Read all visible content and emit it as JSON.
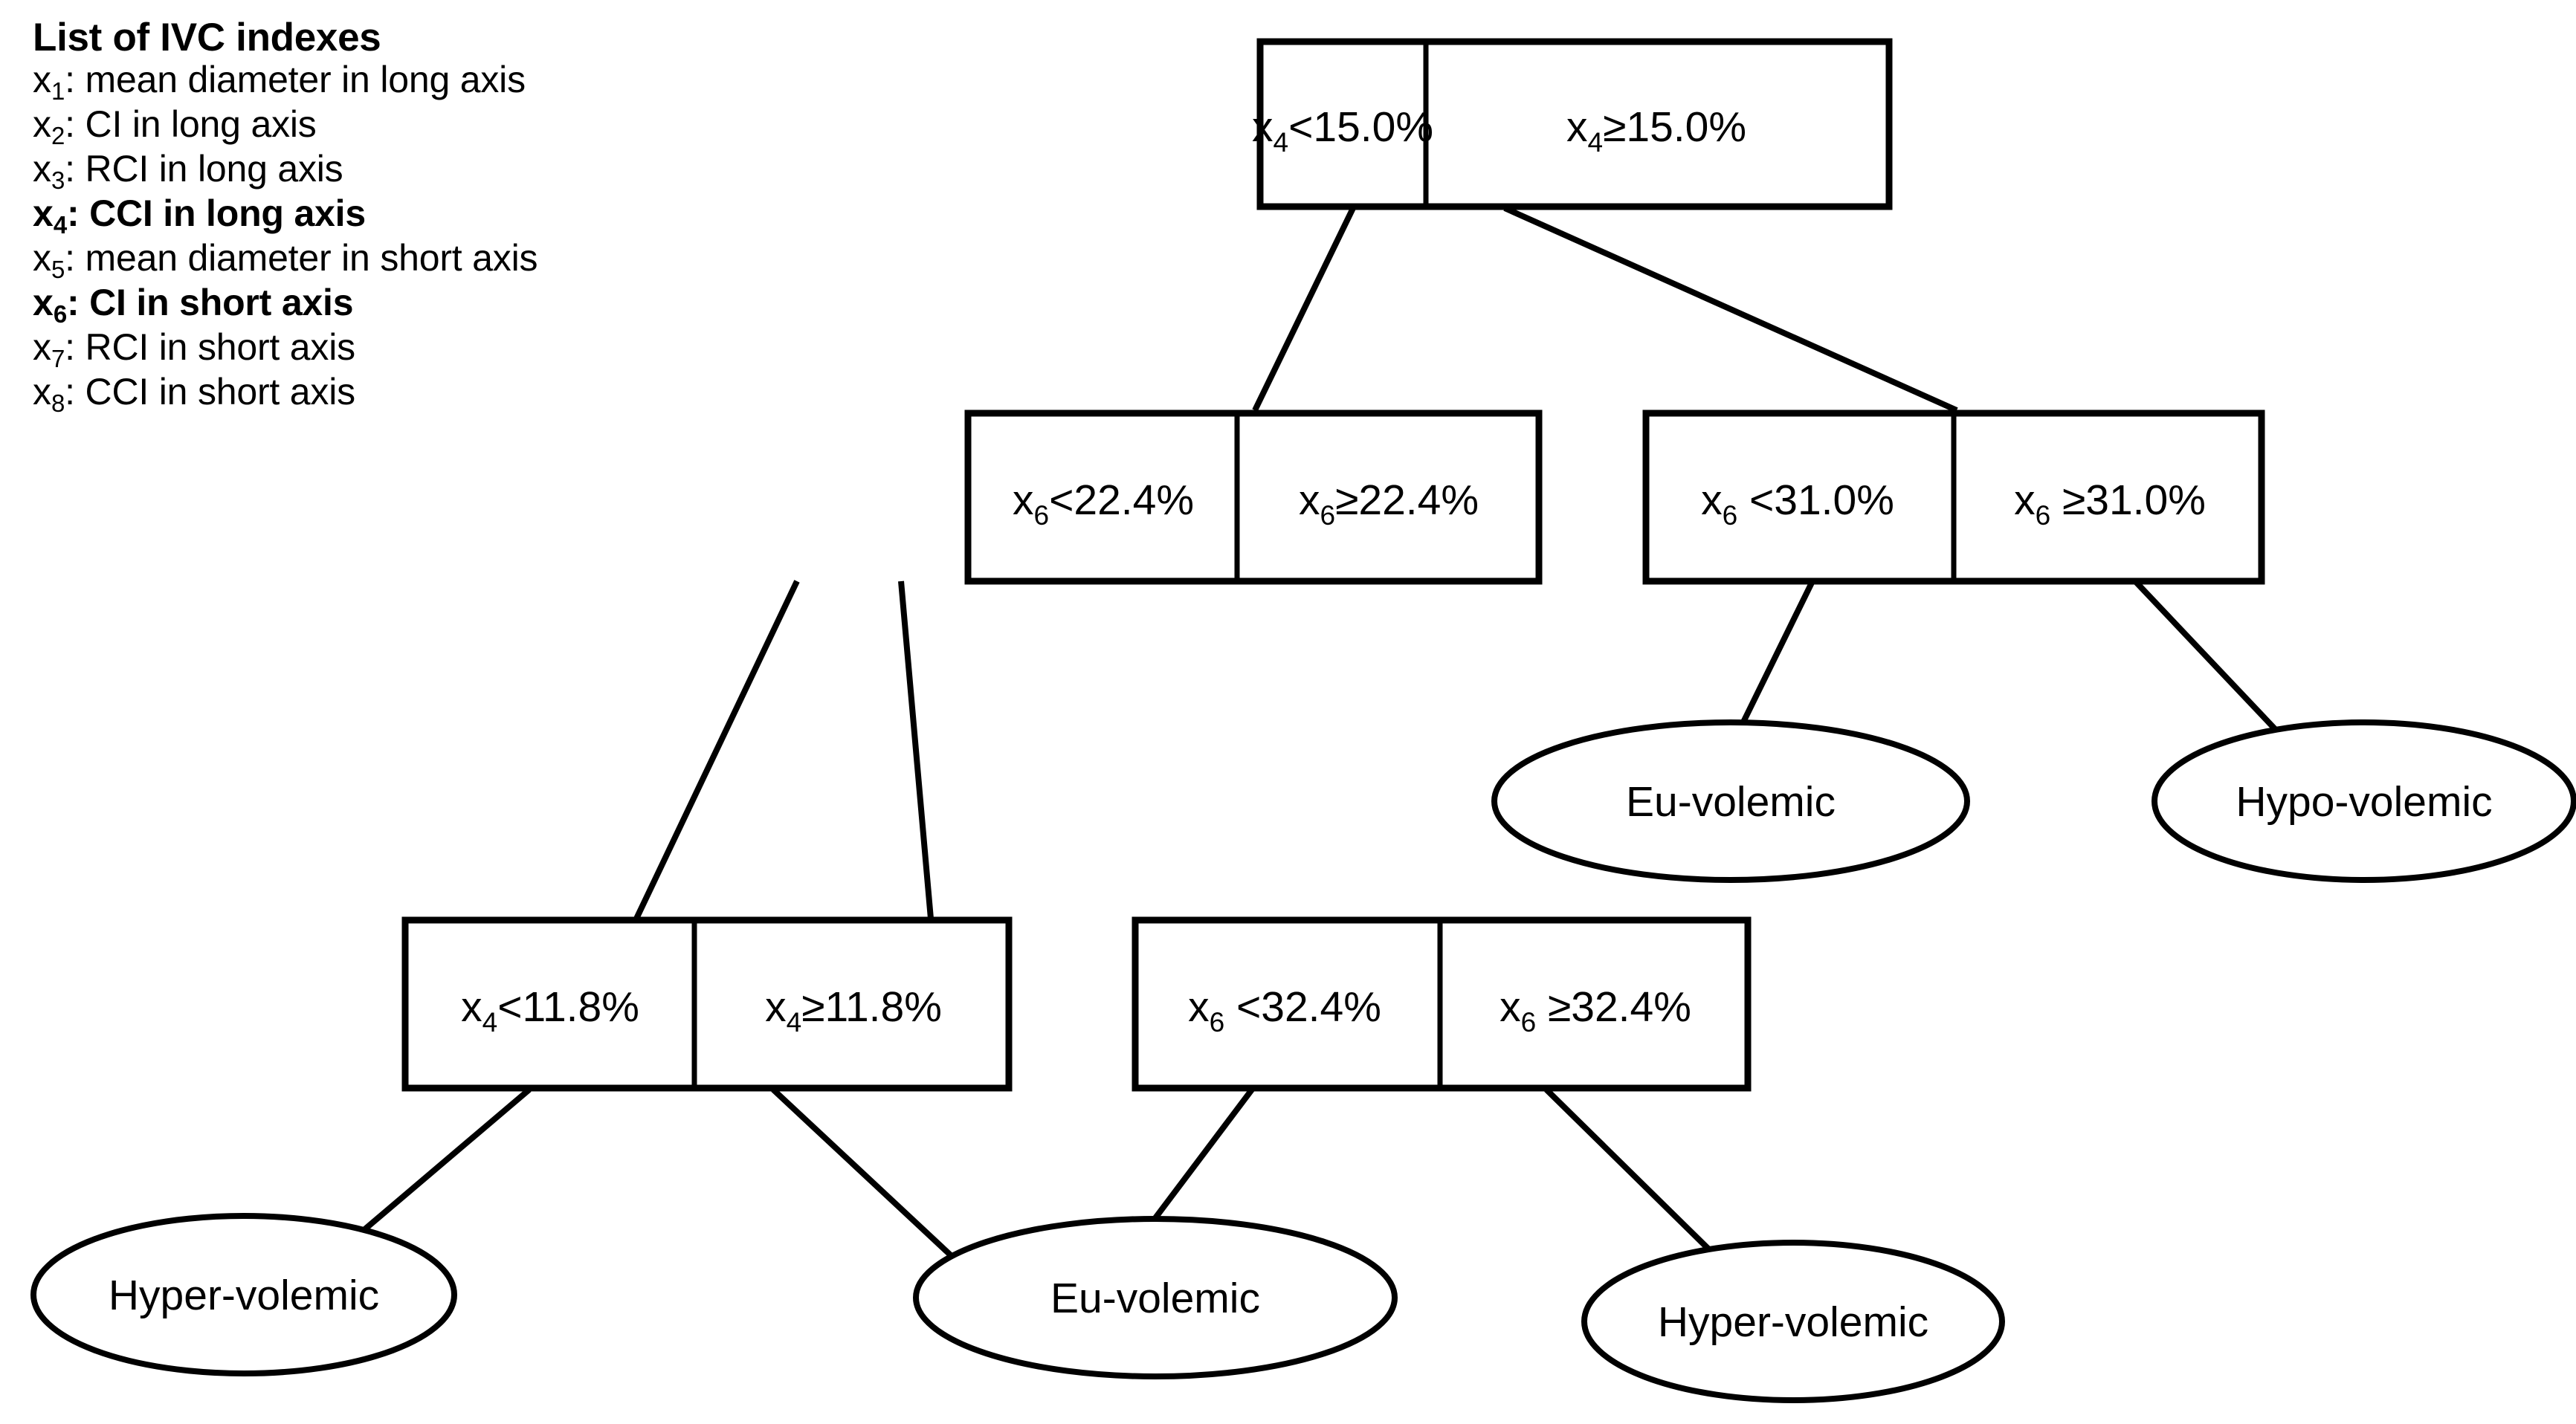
{
  "legend": {
    "title": "List of IVC indexes",
    "items": [
      {
        "var": "x",
        "sub": "1",
        "text": ": mean diameter in long axis",
        "bold": false
      },
      {
        "var": "x",
        "sub": "2",
        "text": ": CI in long axis",
        "bold": false
      },
      {
        "var": "x",
        "sub": "3",
        "text": ": RCI in long axis",
        "bold": false
      },
      {
        "var": "x",
        "sub": "4",
        "text": ": CCI in long axis",
        "bold": true
      },
      {
        "var": "x",
        "sub": "5",
        "text": ": mean diameter in short axis",
        "bold": false
      },
      {
        "var": "x",
        "sub": "6",
        "text": ": CI in short axis",
        "bold": true
      },
      {
        "var": "x",
        "sub": "7",
        "text": ": RCI in short axis",
        "bold": false
      },
      {
        "var": "x",
        "sub": "8",
        "text": ": CCI in short axis",
        "bold": false
      }
    ]
  },
  "tree": {
    "nodes": [
      {
        "id": "root",
        "type": "split-box",
        "left": {
          "var": "x",
          "sub": "4",
          "op": "<",
          "value": "15.0%"
        },
        "right": {
          "var": "x",
          "sub": "4",
          "op": "≥",
          "value": "15.0%"
        }
      },
      {
        "id": "n-l1-left",
        "type": "split-box",
        "left": {
          "var": "x",
          "sub": "6",
          "op": "<",
          "value": "22.4%"
        },
        "right": {
          "var": "x",
          "sub": "6",
          "op": "≥",
          "value": "22.4%"
        }
      },
      {
        "id": "n-l1-right",
        "type": "split-box",
        "left": {
          "var": "x",
          "sub": "6",
          "op": " <",
          "value": "31.0%"
        },
        "right": {
          "var": "x",
          "sub": "6",
          "op": " ≥",
          "value": "31.0%"
        }
      },
      {
        "id": "n-l2-left",
        "type": "split-box",
        "left": {
          "var": "x",
          "sub": "4",
          "op": "<",
          "value": "11.8%"
        },
        "right": {
          "var": "x",
          "sub": "4",
          "op": "≥",
          "value": "11.8%"
        }
      },
      {
        "id": "n-l2-mid",
        "type": "split-box",
        "left": {
          "var": "x",
          "sub": "6",
          "op": " <",
          "value": "32.4%"
        },
        "right": {
          "var": "x",
          "sub": "6",
          "op": " ≥",
          "value": "32.4%"
        }
      }
    ],
    "leaves": [
      {
        "id": "leaf-eu-right",
        "label": "Eu-volemic"
      },
      {
        "id": "leaf-hypo",
        "label": "Hypo-volemic"
      },
      {
        "id": "leaf-hyper-left",
        "label": "Hyper-volemic"
      },
      {
        "id": "leaf-eu-bottom",
        "label": "Eu-volemic"
      },
      {
        "id": "leaf-hyper-bottom",
        "label": "Hyper-volemic"
      }
    ]
  }
}
